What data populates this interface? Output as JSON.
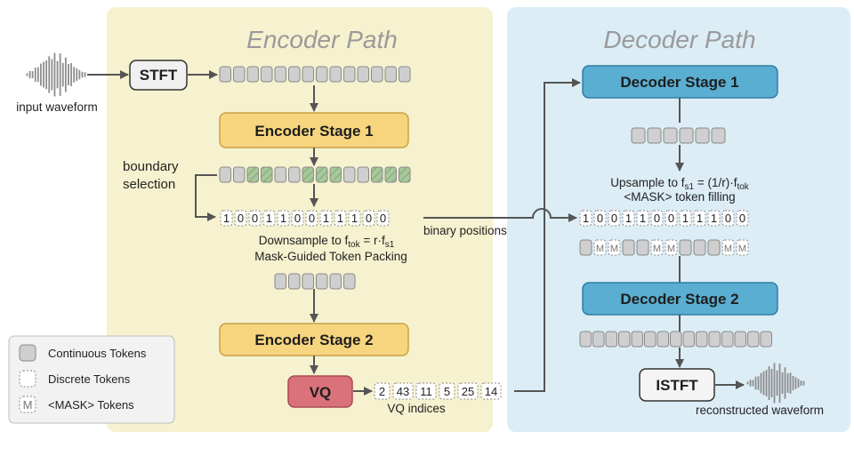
{
  "panels": {
    "encoder": {
      "title": "Encoder Path"
    },
    "decoder": {
      "title": "Decoder Path"
    }
  },
  "labels": {
    "input_waveform": "input waveform",
    "stft": "STFT",
    "encoder_stage_1": "Encoder Stage 1",
    "boundary_selection_1": "boundary",
    "boundary_selection_2": "selection",
    "downsample_prefix": "Downsample to f",
    "downsample_sub1": "tok",
    "downsample_mid": " = r·f",
    "downsample_sub2": "s1",
    "mask_packing": "Mask-Guided Token Packing",
    "binary_positions": "binary positions",
    "encoder_stage_2": "Encoder Stage 2",
    "vq": "VQ",
    "vq_indices_caption": "VQ indices",
    "decoder_stage_1": "Decoder Stage 1",
    "upsample_prefix": "Upsample to f",
    "upsample_sub1": "s1",
    "upsample_mid": " = (1/r)·f",
    "upsample_sub2": "tok",
    "mask_filling": "<MASK> token filling",
    "decoder_stage_2": "Decoder Stage 2",
    "istft": "ISTFT",
    "reconstructed_waveform": "reconstructed waveform"
  },
  "binary_mask": [
    "1",
    "0",
    "0",
    "1",
    "1",
    "0",
    "0",
    "1",
    "1",
    "1",
    "0",
    "0"
  ],
  "vq_indices": [
    "2",
    "43",
    "11",
    "5",
    "25",
    "14"
  ],
  "mask_token_symbol": "M",
  "legend": {
    "continuous": "Continuous Tokens",
    "discrete": "Discrete Tokens",
    "mask": "<MASK> Tokens"
  },
  "colors": {
    "encoder_bg": "#f6f1cf",
    "decoder_bg": "#dcedf6",
    "encoder_stage": "#f7d57e",
    "decoder_stage": "#5aaed1",
    "vq_box": "#d9727a",
    "token_gray": "#cfcfcf",
    "token_selected": "#a9c79c"
  }
}
